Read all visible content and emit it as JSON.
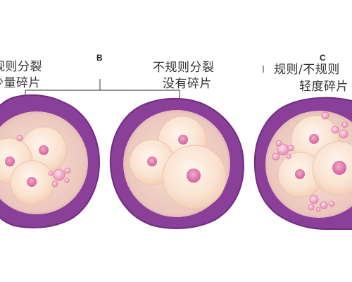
{
  "letters": {
    "b": "B",
    "c": "C"
  },
  "labels": {
    "left_line1": "规则分裂",
    "left_line2": "少量碎片",
    "middle_line1": "不规则分裂",
    "middle_line2": "没有碎片",
    "right_line1": "规则/不规则",
    "right_line2": "轻度碎片"
  },
  "colors": {
    "zona": "#8a3f98",
    "zona_edge": "#6f2d80",
    "cytoplasm": "#f3dcc9",
    "cell": "#fbe7d6",
    "nucleus": "#e17fae",
    "fragment": "#f0a5c4"
  }
}
